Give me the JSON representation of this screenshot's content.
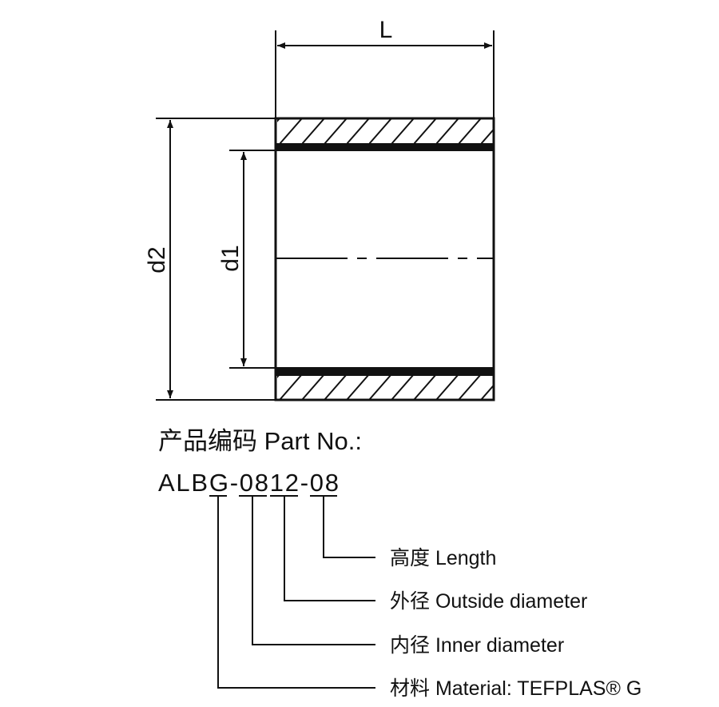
{
  "dimensions": {
    "length": "L",
    "outer_diameter": "d2",
    "inner_diameter": "d1"
  },
  "part_number": {
    "heading": "产品编码 Part No.:",
    "code_chars": [
      "A",
      "L",
      "B",
      "G",
      "-",
      "0",
      "8",
      "1",
      "2",
      "-",
      "0",
      "8"
    ],
    "code": "ALBG-0812-08"
  },
  "legend": [
    {
      "label": "高度 Length"
    },
    {
      "label": "外径 Outside diameter"
    },
    {
      "label": "内径 Inner diameter"
    },
    {
      "label": "材料 Material: TEFPLAS® G"
    }
  ]
}
